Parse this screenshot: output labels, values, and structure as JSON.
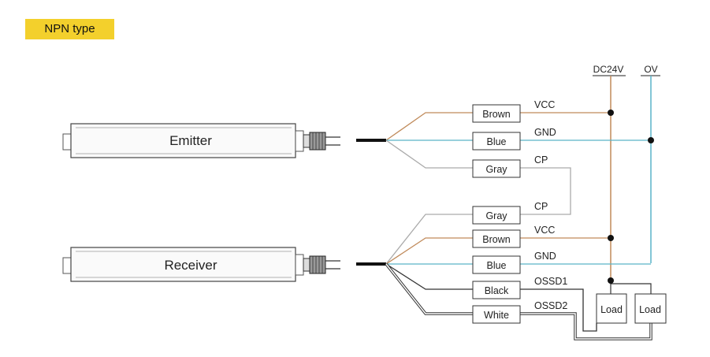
{
  "header": {
    "tag": "NPN type"
  },
  "supply": {
    "positive": "DC24V",
    "zero": "OV"
  },
  "sensors": {
    "emitter": "Emitter",
    "receiver": "Receiver"
  },
  "emitter_wires": [
    {
      "color": "Brown",
      "signal": "VCC"
    },
    {
      "color": "Blue",
      "signal": "GND"
    },
    {
      "color": "Gray",
      "signal": "CP"
    }
  ],
  "receiver_wires": [
    {
      "color": "Gray",
      "signal": "CP"
    },
    {
      "color": "Brown",
      "signal": "VCC"
    },
    {
      "color": "Blue",
      "signal": "GND"
    },
    {
      "color": "Black",
      "signal": "OSSD1"
    },
    {
      "color": "White",
      "signal": "OSSD2"
    }
  ],
  "loads": [
    "Load",
    "Load"
  ],
  "colors": {
    "tag_bg": "#f3d02c",
    "brown_wire": "#c08a5a",
    "blue_wire": "#5ab4c8",
    "gray_wire": "#aaaaaa",
    "black_wire": "#333333"
  }
}
